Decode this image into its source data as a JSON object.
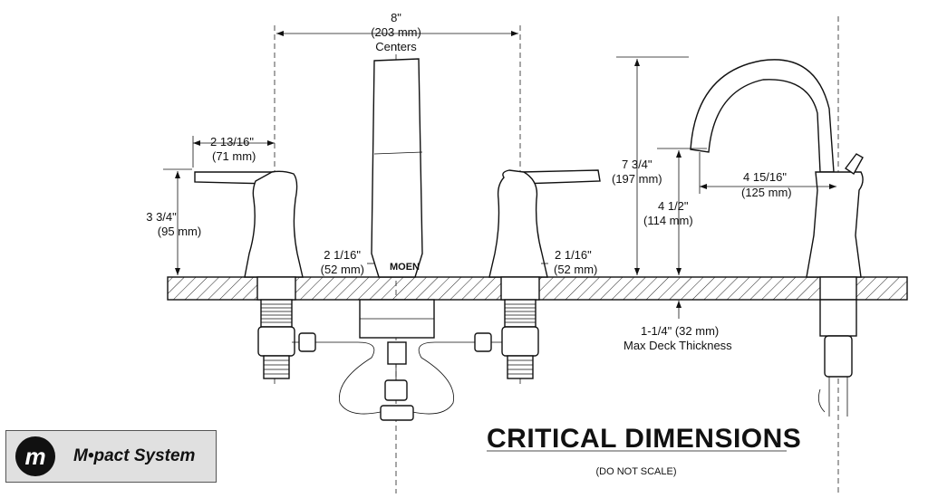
{
  "dimensions": {
    "centers": {
      "imperial": "8\"",
      "metric": "(203 mm)",
      "label": "Centers"
    },
    "handle_reach": {
      "imperial": "2 13/16\"",
      "metric": "(71 mm)"
    },
    "handle_height": {
      "imperial": "3 3/4\"",
      "metric": "(95 mm)"
    },
    "left_handle_width": {
      "imperial": "2 1/16\"",
      "metric": "(52 mm)"
    },
    "right_handle_width": {
      "imperial": "2 1/16\"",
      "metric": "(52 mm)"
    },
    "spout_height": {
      "imperial": "7 3/4\"",
      "metric": "(197 mm)"
    },
    "spout_clearance": {
      "imperial": "4 1/2\"",
      "metric": "(114 mm)"
    },
    "spout_reach": {
      "imperial": "4 15/16\"",
      "metric": "(125 mm)"
    },
    "deck_thickness": {
      "text": "1-1/4\" (32 mm)",
      "label": "Max Deck Thickness"
    }
  },
  "title": "CRITICAL DIMENSIONS",
  "note": "(DO NOT SCALE)",
  "spout_brand": "MOEN",
  "badge": {
    "logo_glyph": "m",
    "text": "M•pact System"
  }
}
